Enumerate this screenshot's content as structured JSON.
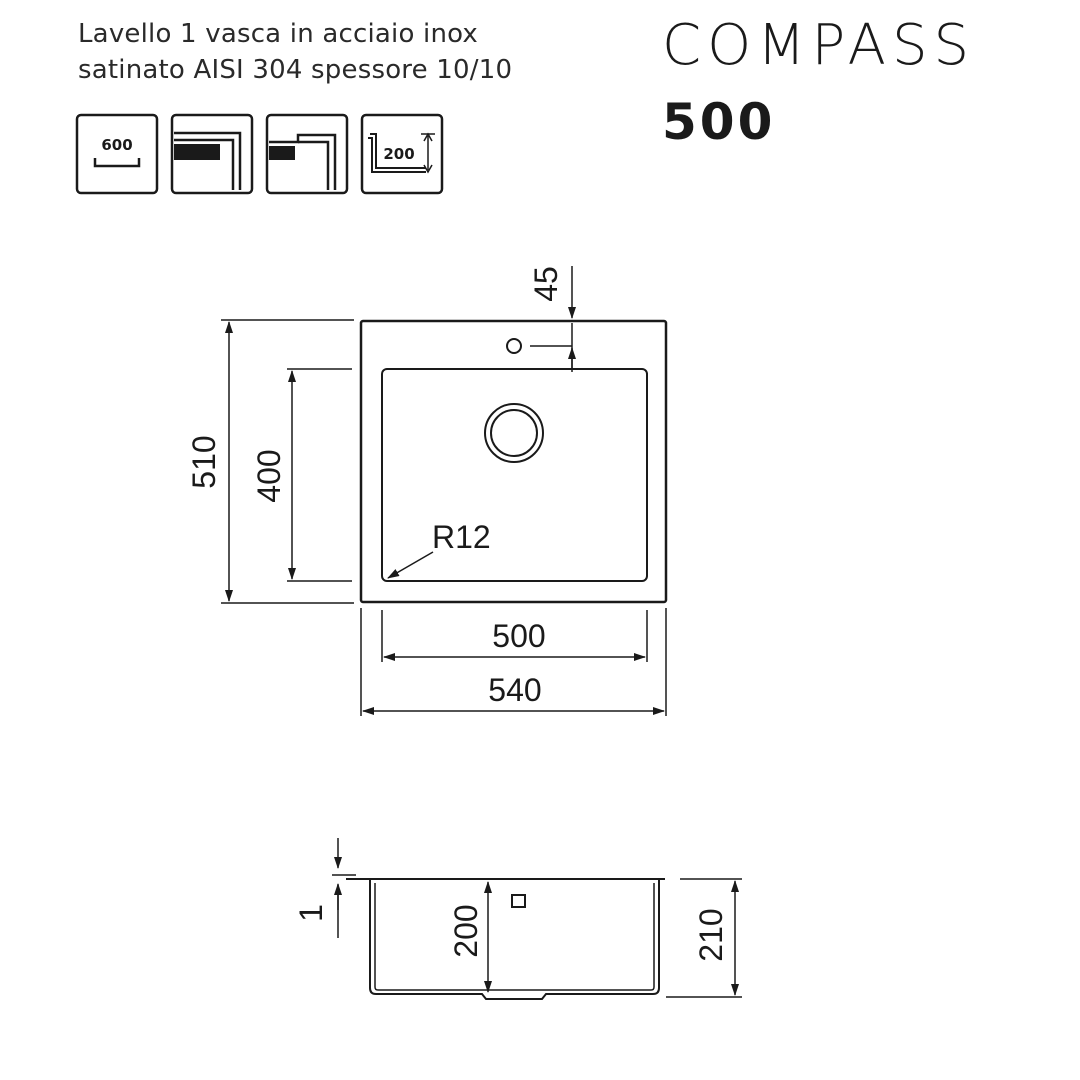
{
  "header": {
    "description_line1": "Lavello 1 vasca in acciaio inox",
    "description_line2": "satinato AISI 304 spessore 10/10",
    "brand": "COMPASS",
    "model": "500"
  },
  "icons": [
    {
      "name": "cabinet-width-icon",
      "label": "600"
    },
    {
      "name": "flush-mount-icon",
      "label": ""
    },
    {
      "name": "semi-flush-mount-icon",
      "label": ""
    },
    {
      "name": "bowl-depth-icon",
      "label": "200"
    }
  ],
  "dimensions": {
    "top_view": {
      "tap_hole_offset": "45",
      "overall_depth": "510",
      "bowl_depth": "400",
      "corner_radius": "R12",
      "bowl_width": "500",
      "overall_width": "540"
    },
    "section_view": {
      "thickness": "1",
      "bowl_height": "200",
      "overall_height": "210"
    }
  },
  "colors": {
    "line": "#1a1a1a",
    "background": "#ffffff"
  }
}
